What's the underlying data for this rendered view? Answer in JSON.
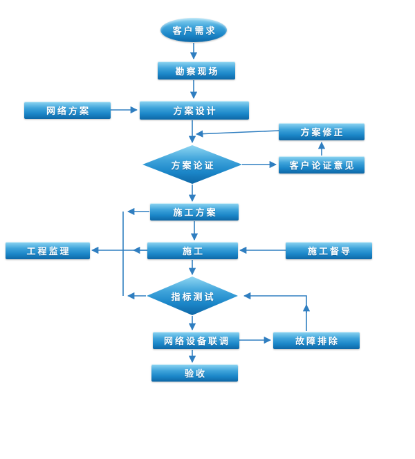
{
  "diagram": {
    "kind": "flowchart",
    "colors": {
      "node_top": "#8fd6f2",
      "node_mid": "#2a95d5",
      "node_bottom": "#0e67a6",
      "arrow": "#2f7ec0",
      "text": "#ffffff",
      "background": "#ffffff"
    },
    "nodes": [
      {
        "id": "customer-demand",
        "type": "ellipse",
        "label": "客户需求"
      },
      {
        "id": "site-survey",
        "type": "rect",
        "label": "勘察现场"
      },
      {
        "id": "network-scheme",
        "type": "rect",
        "label": "网络方案"
      },
      {
        "id": "scheme-design",
        "type": "rect",
        "label": "方案设计"
      },
      {
        "id": "scheme-revision",
        "type": "rect",
        "label": "方案修正"
      },
      {
        "id": "scheme-review",
        "type": "diamond",
        "label": "方案论证"
      },
      {
        "id": "customer-review-opinion",
        "type": "rect",
        "label": "客户论证意见"
      },
      {
        "id": "construction-plan",
        "type": "rect",
        "label": "施工方案"
      },
      {
        "id": "project-supervision",
        "type": "rect",
        "label": "工程监理"
      },
      {
        "id": "construction",
        "type": "rect",
        "label": "施工"
      },
      {
        "id": "construction-supervision",
        "type": "rect",
        "label": "施工督导"
      },
      {
        "id": "index-test",
        "type": "diamond",
        "label": "指标测试"
      },
      {
        "id": "network-equipment-debugging",
        "type": "rect",
        "label": "网络设备联调"
      },
      {
        "id": "troubleshooting",
        "type": "rect",
        "label": "故障排除"
      },
      {
        "id": "acceptance",
        "type": "rect",
        "label": "验收"
      }
    ],
    "edges": [
      {
        "from": "customer-demand",
        "to": "site-survey"
      },
      {
        "from": "site-survey",
        "to": "scheme-design"
      },
      {
        "from": "network-scheme",
        "to": "scheme-design"
      },
      {
        "from": "scheme-design",
        "to": "scheme-review"
      },
      {
        "from": "scheme-review",
        "to": "customer-review-opinion"
      },
      {
        "from": "customer-review-opinion",
        "to": "scheme-revision"
      },
      {
        "from": "scheme-revision",
        "to": "scheme-design"
      },
      {
        "from": "scheme-review",
        "to": "construction-plan"
      },
      {
        "from": "construction-plan",
        "to": "construction"
      },
      {
        "from": "construction-supervision",
        "to": "construction"
      },
      {
        "from": "construction",
        "to": "project-supervision"
      },
      {
        "from": "construction-plan",
        "to": "left-feedback-line"
      },
      {
        "from": "index-test",
        "to": "left-feedback-line"
      },
      {
        "from": "construction",
        "to": "index-test"
      },
      {
        "from": "index-test",
        "to": "network-equipment-debugging"
      },
      {
        "from": "network-equipment-debugging",
        "to": "troubleshooting"
      },
      {
        "from": "troubleshooting",
        "to": "index-test"
      },
      {
        "from": "network-equipment-debugging",
        "to": "acceptance"
      }
    ]
  }
}
